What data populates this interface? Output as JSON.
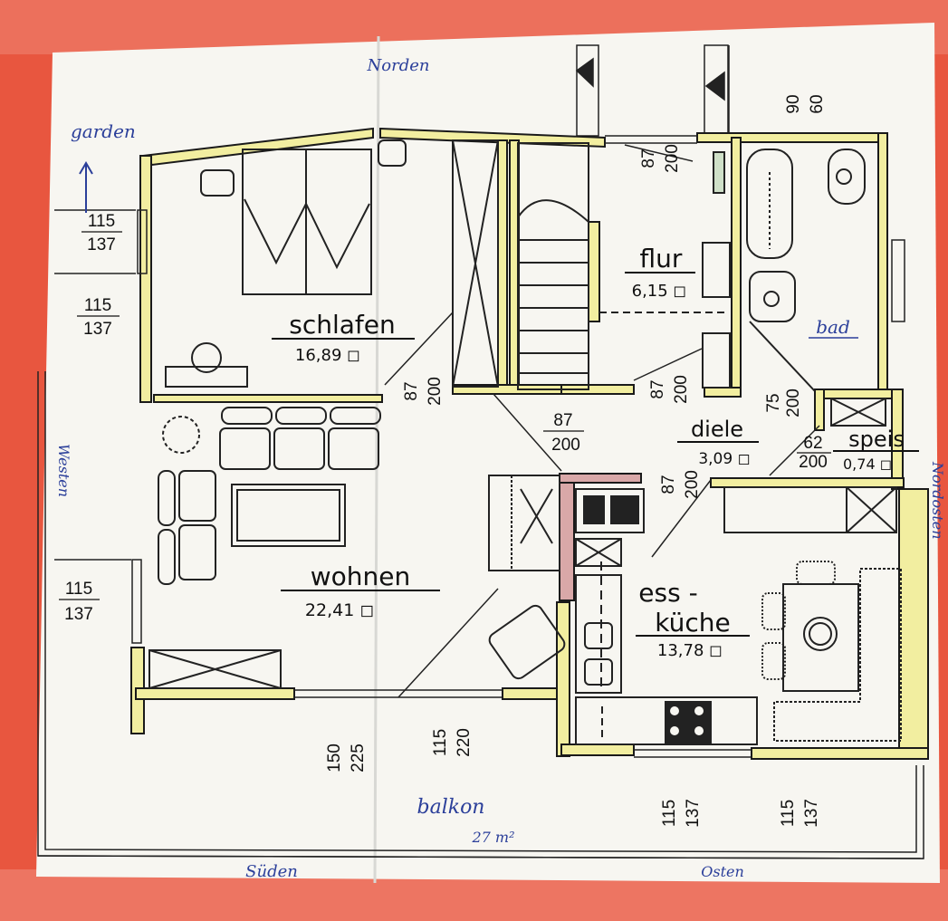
{
  "compass": {
    "north": "Norden",
    "south": "Süden",
    "west": "Westen",
    "east": "Osten",
    "northeast": "Nordosten",
    "garden": "garden"
  },
  "rooms": {
    "schlafen": {
      "name": "schlafen",
      "area": "16,89 ◻"
    },
    "flur": {
      "name": "flur",
      "area": "6,15 ◻"
    },
    "bad": {
      "name": "bad"
    },
    "diele": {
      "name": "diele",
      "area": "3,09 ◻"
    },
    "speis": {
      "name": "speis",
      "area": "0,74 ◻"
    },
    "wohnen": {
      "name": "wohnen",
      "area": "22,41 ◻"
    },
    "kueche": {
      "name_line1": "ess -",
      "name_line2": "küche",
      "area": "13,78 ◻"
    },
    "balkon": {
      "name": "balkon",
      "area": "27 m²"
    }
  },
  "dimensions": {
    "win_w1": [
      "115",
      "137"
    ],
    "win_w2": [
      "115",
      "137"
    ],
    "win_w3": [
      "115",
      "137"
    ],
    "door_top": [
      "87",
      "200"
    ],
    "bath_top": [
      "90",
      "60"
    ],
    "door_schlafen": [
      "87",
      "200"
    ],
    "door_stair": [
      "87",
      "200"
    ],
    "door_flur": [
      "87",
      "200"
    ],
    "door_bad": [
      "75",
      "200"
    ],
    "door_diele": [
      "87",
      "200"
    ],
    "door_speis": [
      "62",
      "200"
    ],
    "door_balkon1": [
      "150",
      "225"
    ],
    "door_balkon2": [
      "115",
      "220"
    ],
    "win_s1": [
      "115",
      "137"
    ],
    "win_s2": [
      "115",
      "137"
    ]
  },
  "colors": {
    "background": "#e8563f",
    "paper": "#f7f6f1",
    "wall_fill": "#f2eea0",
    "wall_line": "#1a1a1a",
    "handwriting": "#2b3f9a"
  }
}
